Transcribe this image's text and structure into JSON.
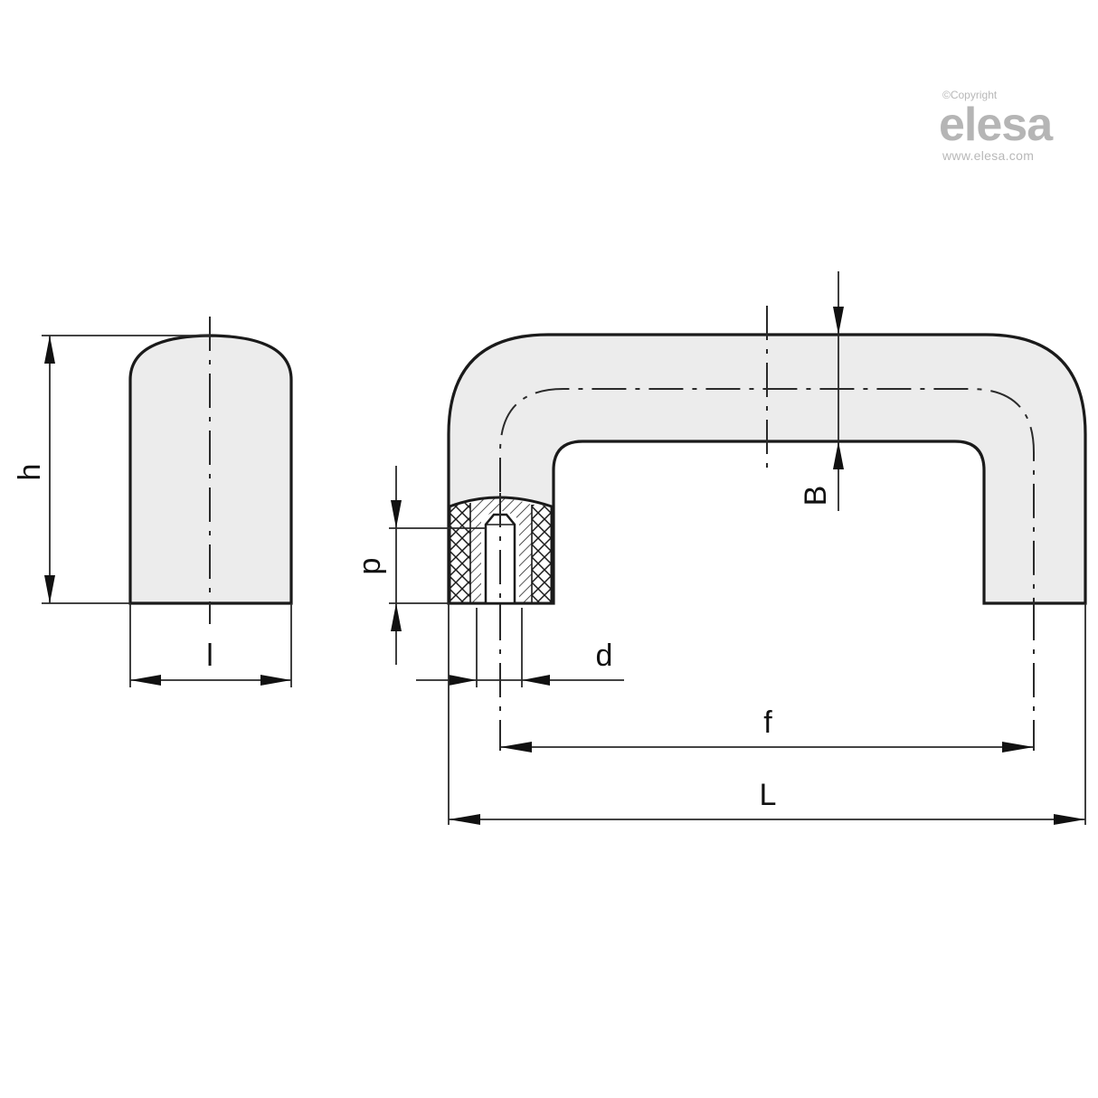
{
  "watermark": {
    "copyright": "©Copyright",
    "brand": "elesa",
    "url": "www.elesa.com",
    "color": "#b5b5b5"
  },
  "drawing": {
    "title": "Handle technical drawing (side view and front view with section)",
    "fill_color": "#ececec",
    "line_color": "#1a1a1a",
    "dimensions": {
      "h": "h",
      "l": "l",
      "p": "p",
      "d": "d",
      "B": "B",
      "f": "f",
      "L": "L"
    }
  }
}
